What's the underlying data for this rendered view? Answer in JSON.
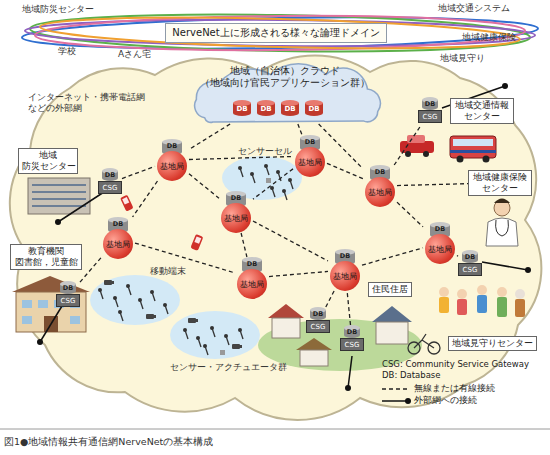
{
  "diagram": {
    "caption": "図1●地域情報共有通信網NerveNetの基本構成",
    "nodes": [
      {
        "text": [
          "NerveNet上に形成される様々な論理ドメイン"
        ]
      },
      {
        "text": [
          "地域（自治体）クラウド （地域向け官民アプリケーション群）"
        ]
      },
      {
        "text": [
          "地域 防災センター"
        ]
      },
      {
        "text": [
          "地域交通情報 センター"
        ]
      },
      {
        "text": [
          "地域健康保険 センター"
        ]
      },
      {
        "text": [
          "教育機関 図書館，児童館"
        ]
      },
      {
        "text": [
          "住民住居"
        ]
      },
      {
        "text": [
          "地域見守りセンター"
        ]
      },
      {
        "text": [
          "DB",
          "基地局"
        ]
      },
      {
        "text": [
          "DB",
          "基地局"
        ]
      },
      {
        "text": [
          "DB",
          "基地局"
        ]
      },
      {
        "text": [
          "DB",
          "基地局"
        ]
      },
      {
        "text": [
          "DB",
          "基地局"
        ]
      },
      {
        "text": [
          "DB",
          "基地局"
        ]
      },
      {
        "text": [
          "DB",
          "基地局"
        ]
      },
      {
        "text": [
          "DB",
          "基地局"
        ]
      },
      {
        "text": [
          "DB",
          "CSG"
        ]
      },
      {
        "text": [
          "DB",
          "CSG"
        ]
      },
      {
        "text": [
          "DB",
          "CSG"
        ]
      },
      {
        "text": [
          "DB",
          "CSG"
        ]
      },
      {
        "text": [
          "DB",
          "CSG"
        ]
      },
      {
        "text": [
          "DB",
          "CSG"
        ]
      }
    ],
    "edges": [
      {
        "from": 1,
        "to": 8,
        "arrow": "none"
      },
      {
        "from": 1,
        "to": 9,
        "arrow": "none"
      },
      {
        "from": 1,
        "to": 10,
        "arrow": "none"
      },
      {
        "from": 8,
        "to": 9,
        "arrow": "none"
      },
      {
        "from": 8,
        "to": 12,
        "arrow": "none"
      },
      {
        "from": 8,
        "to": 11,
        "arrow": "none"
      },
      {
        "from": 9,
        "to": 10,
        "arrow": "none"
      },
      {
        "from": 9,
        "to": 12,
        "arrow": "none"
      },
      {
        "from": 10,
        "to": 15,
        "arrow": "none"
      },
      {
        "from": 12,
        "to": 13,
        "arrow": "none"
      },
      {
        "from": 12,
        "to": 14,
        "arrow": "none"
      },
      {
        "from": 11,
        "to": 13,
        "arrow": "none"
      },
      {
        "from": 13,
        "to": 14,
        "arrow": "none"
      },
      {
        "from": 14,
        "to": 15,
        "arrow": "none"
      },
      {
        "from": 16,
        "to": 8,
        "arrow": "none"
      },
      {
        "from": 17,
        "to": 10,
        "arrow": "none"
      },
      {
        "from": 18,
        "to": 11,
        "arrow": "none"
      },
      {
        "from": 19,
        "to": 15,
        "arrow": "none"
      },
      {
        "from": 20,
        "to": 14,
        "arrow": "none"
      },
      {
        "from": 21,
        "to": 14,
        "arrow": "none"
      },
      {
        "from": 10,
        "to": 4,
        "arrow": "none"
      }
    ],
    "labels": [
      "地域防災センター",
      "地域交通システム",
      "学校",
      "Aさん宅",
      "地域健康保険",
      "地域見守り",
      "インターネット・携帯電話網 などの外部網",
      "DB",
      "DB",
      "DB",
      "DB",
      "センサーセル",
      "移動端末",
      "センサー・アクチュエータ群"
    ],
    "legend": [
      {
        "text": "CSG: Community Service Gateway"
      },
      {
        "text": "DB: Database"
      },
      {
        "text": "無線または有線接続"
      },
      {
        "text": "外部網への接続"
      }
    ]
  }
}
